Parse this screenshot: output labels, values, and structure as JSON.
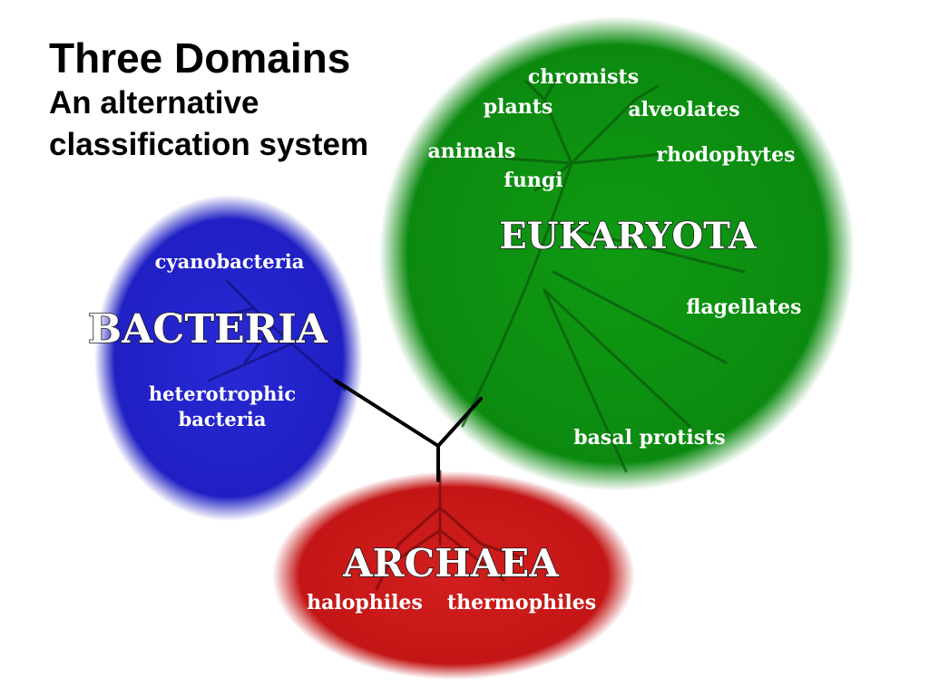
{
  "title": "Three Domains",
  "subtitle_line1": "An alternative",
  "subtitle_line2": "classification system",
  "colors": {
    "eukaryota": "#1a8f1a",
    "bacteria": "#2222cc",
    "archaea": "#cc1a1a"
  },
  "domains": {
    "eukaryota": {
      "name": "EUKARYOTA",
      "groups": [
        "chromists",
        "plants",
        "alveolates",
        "animals",
        "rhodophytes",
        "fungi",
        "flagellates",
        "basal protists"
      ]
    },
    "bacteria": {
      "name": "BACTERIA",
      "groups": [
        "cyanobacteria",
        "heterotrophic",
        "bacteria"
      ]
    },
    "archaea": {
      "name": "ARCHAEA",
      "groups": [
        "halophiles",
        "thermophiles"
      ]
    }
  }
}
